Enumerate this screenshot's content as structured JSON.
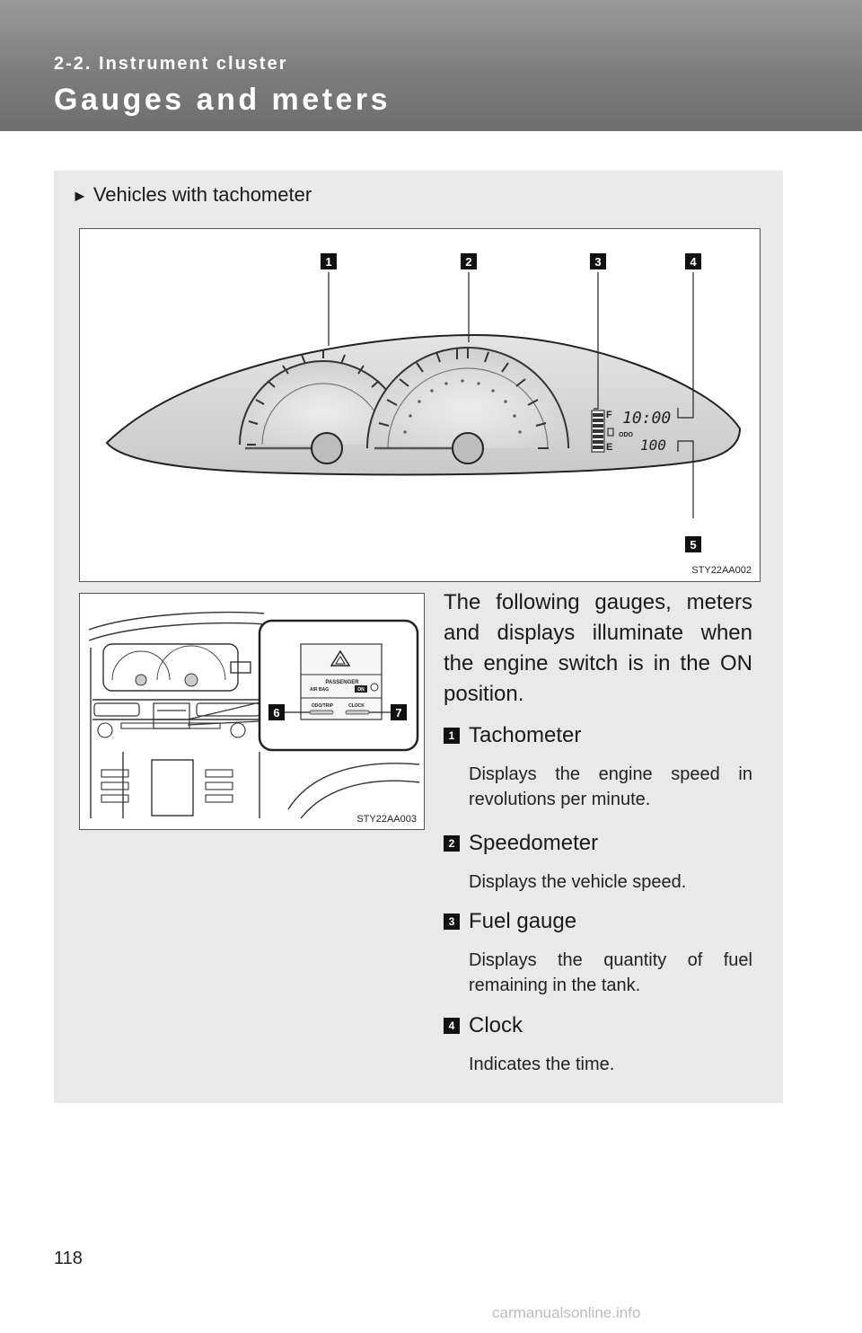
{
  "header": {
    "section": "2-2. Instrument cluster",
    "title": "Gauges and meters"
  },
  "variant_label": "Vehicles with tachometer",
  "figure1": {
    "code": "STY22AA002",
    "callouts": [
      "1",
      "2",
      "3",
      "4",
      "5"
    ],
    "fuel_marks": [
      "F",
      "E"
    ],
    "odo_label": "ODO",
    "clock_display": "10:00",
    "odo_display": "100"
  },
  "figure2": {
    "code": "STY22AA003",
    "callouts": [
      "6",
      "7"
    ],
    "passenger_label": "PASSENGER",
    "airbag_label": "AIR BAG",
    "on_label": "ON",
    "odo_trip_label": "ODO/TRIP",
    "clock_label": "CLOCK"
  },
  "intro": "The following gauges, meters and displays illuminate when the engine switch is in the ON position.",
  "items": [
    {
      "num": "1",
      "name": "Tachometer",
      "desc": "Displays the engine speed in revolutions per minute."
    },
    {
      "num": "2",
      "name": "Speedometer",
      "desc": "Displays the vehicle speed."
    },
    {
      "num": "3",
      "name": "Fuel gauge",
      "desc": "Displays the quantity of fuel remaining in the tank."
    },
    {
      "num": "4",
      "name": "Clock",
      "desc": "Indicates the time."
    }
  ],
  "page_number": "118",
  "footer": "carmanualsonline.info"
}
